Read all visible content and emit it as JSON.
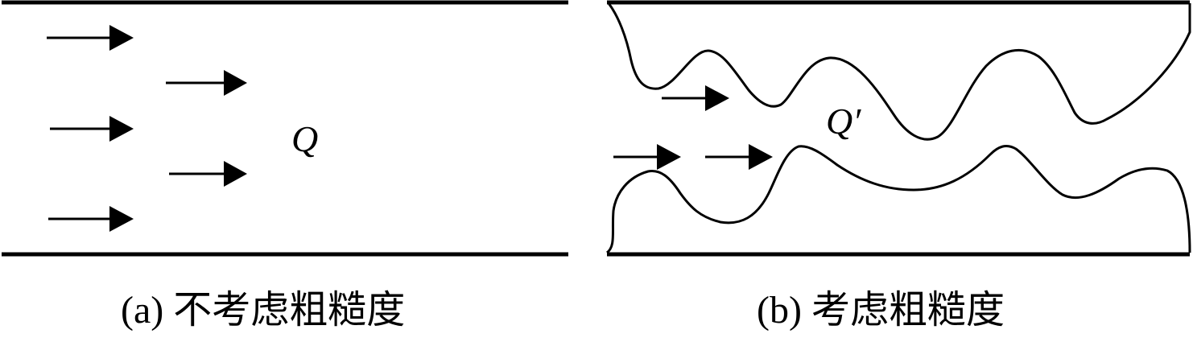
{
  "panel_a": {
    "flow_label": "Q",
    "caption": "(a) 不考虑粗糙度",
    "arrow_count": 5
  },
  "panel_b": {
    "flow_label": "Q′",
    "caption": "(b) 考虑粗糙度",
    "arrow_count": 3
  }
}
